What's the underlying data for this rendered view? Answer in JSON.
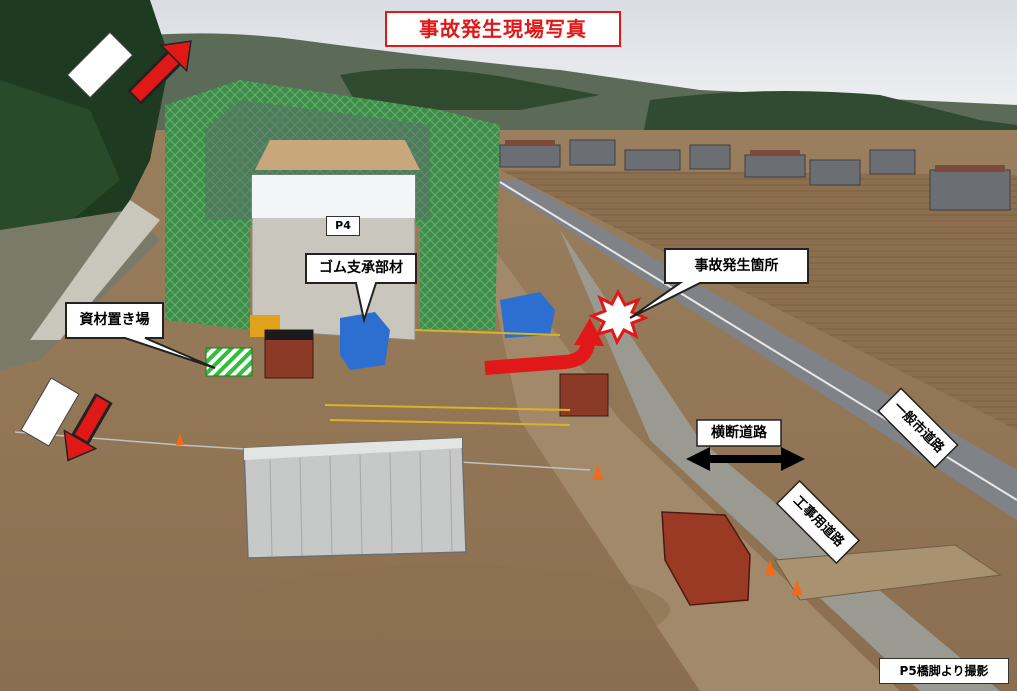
{
  "title": "事故発生現場写真",
  "labels": {
    "pier": "P4",
    "rubber_bearing": "ゴム支承部材",
    "accident_location": "事故発生箇所",
    "material_yard": "資材置き場",
    "crossing_road": "横断道路",
    "public_road": "一般市道路",
    "construction_road": "工事用道路",
    "photo_credit": "P5橋脚より撮影"
  },
  "colors": {
    "accent_red": "#e01818",
    "title_text": "#e01818",
    "callout_bg": "#ffffff",
    "hatch_green": "#2fbf3a"
  },
  "icons": [
    "direction-arrow-icon",
    "flow-arrow-icon",
    "burst-icon",
    "double-arrow-icon"
  ]
}
